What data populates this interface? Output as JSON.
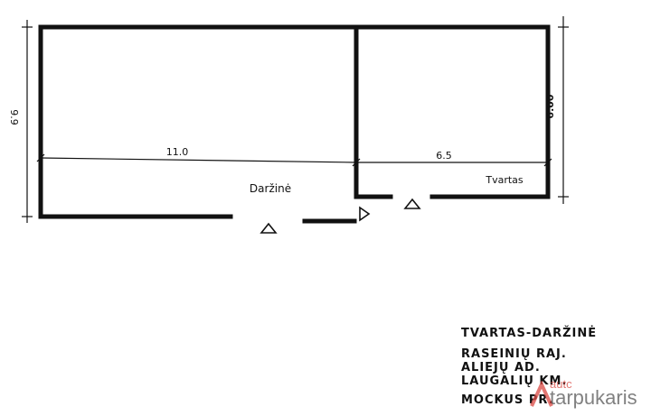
{
  "plan": {
    "dim_total_height": "9.9",
    "dim_right_height": "6.00",
    "dim_left_width": "11.0",
    "dim_right_width": "6.5",
    "room_left_label": "Daržinė",
    "room_right_label": "Tvartas"
  },
  "title_block": {
    "title": "TVARTAS-DARŽINĖ",
    "line1": "RASEINIŲ RAJ.",
    "line2": "ALIEJŲ AD.",
    "line3": "LAUGALIŲ KM.",
    "line4": "MOCKUS PR."
  },
  "watermark": {
    "line1": "autc",
    "line2": "tarpukaris",
    "color_accent": "#d94a44"
  }
}
